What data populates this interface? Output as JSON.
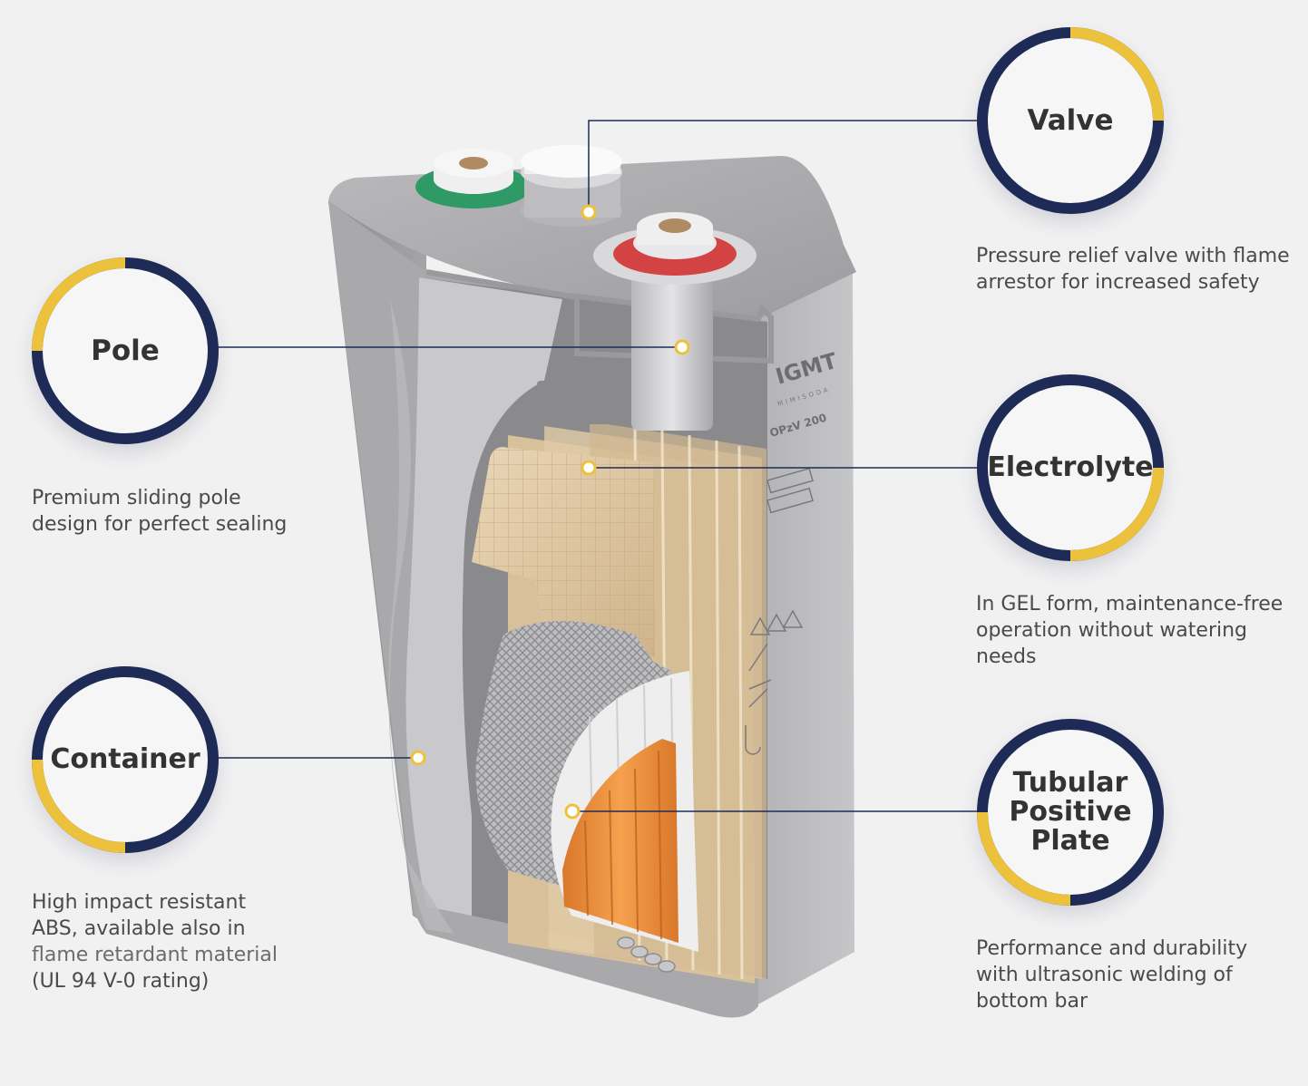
{
  "colors": {
    "navy": "#1f2b57",
    "gold": "#ecc13c",
    "leader": "#1f2b57",
    "background": "#f1f1f2"
  },
  "callouts": {
    "valve": {
      "title": "Valve",
      "desc_lines": [
        "Pressure relief valve with flame",
        "arrestor for increased safety"
      ]
    },
    "pole": {
      "title": "Pole",
      "desc_lines": [
        "Premium sliding pole",
        "design for perfect sealing"
      ]
    },
    "electrolyte": {
      "title": "Electrolyte",
      "desc_lines": [
        "In GEL form, maintenance-free",
        "operation without watering",
        "needs"
      ]
    },
    "container": {
      "title": "Container",
      "desc_lines": [
        "High impact resistant",
        "ABS, available also in",
        "flame retardant material",
        "(UL 94 V-0 rating)"
      ]
    },
    "tubular": {
      "title": "Tubular\nPositive\nPlate",
      "desc_lines": [
        "Performance and durability",
        "with ultrasonic welding of",
        "bottom bar"
      ]
    }
  },
  "battery_label": {
    "brand": "IGMT",
    "subbrand": "MIMISODA",
    "model": "OPzV 200"
  }
}
